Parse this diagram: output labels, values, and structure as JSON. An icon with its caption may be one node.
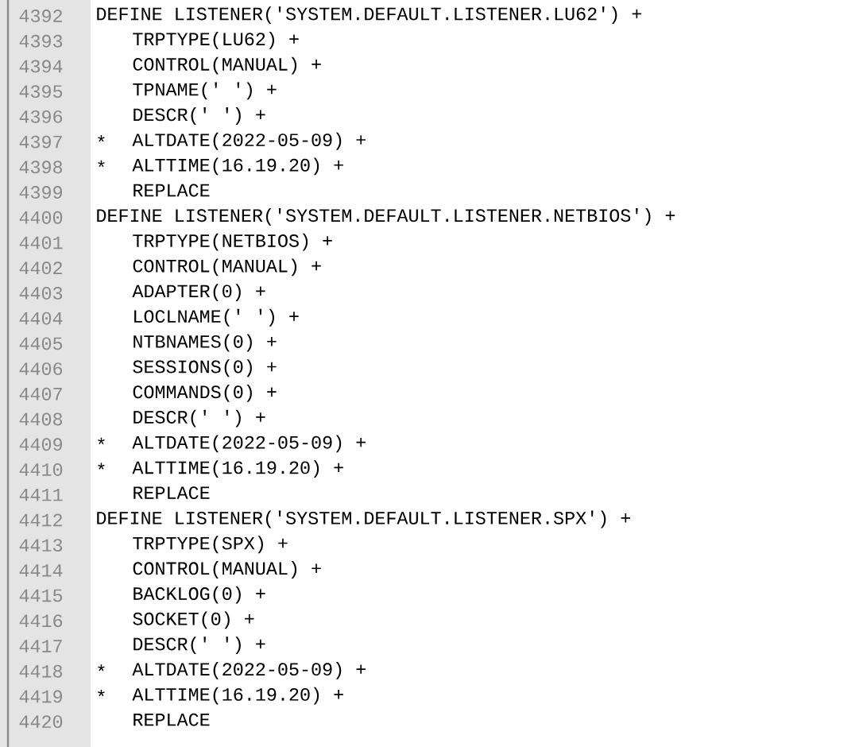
{
  "diagram": {
    "labels": [
      "4392",
      "DEFINE LISTENER('SYSTEM.DEFAULT.LISTENER.LU62') +",
      "4393",
      "TRPTYPE(LU62) +",
      "4394",
      "CONTROL(MANUAL) +",
      "4395",
      "TPNAME(' ') +",
      "4396",
      "DESCR(' ') +",
      "4397",
      "*",
      "ALTDATE(2022-05-09) +",
      "4398",
      "*",
      "ALTTIME(16.19.20) +",
      "4399",
      "REPLACE",
      "4400",
      "DEFINE LISTENER('SYSTEM.DEFAULT.LISTENER.NETBIOS') +",
      "4401",
      "TRPTYPE(NETBIOS) +",
      "4402",
      "CONTROL(MANUAL) +",
      "4403",
      "ADAPTER(0) +",
      "4404",
      "LOCLNAME(' ') +",
      "4405",
      "NTBNAMES(0) +",
      "4406",
      "SESSIONS(0) +",
      "4407",
      "COMMANDS(0) +",
      "4408",
      "DESCR(' ') +",
      "4409",
      "*",
      "ALTDATE(2022-05-09) +",
      "4410",
      "*",
      "ALTTIME(16.19.20) +",
      "4411",
      "REPLACE",
      "4412",
      "DEFINE LISTENER('SYSTEM.DEFAULT.LISTENER.SPX') +",
      "4413",
      "TRPTYPE(SPX) +",
      "4414",
      "CONTROL(MANUAL) +",
      "4415",
      "BACKLOG(0) +",
      "4416",
      "SOCKET(0) +",
      "4417",
      "DESCR(' ') +",
      "4418",
      "*",
      "ALTDATE(2022-05-09) +",
      "4419",
      "*",
      "ALTTIME(16.19.20) +",
      "4420",
      "REPLACE"
    ]
  }
}
